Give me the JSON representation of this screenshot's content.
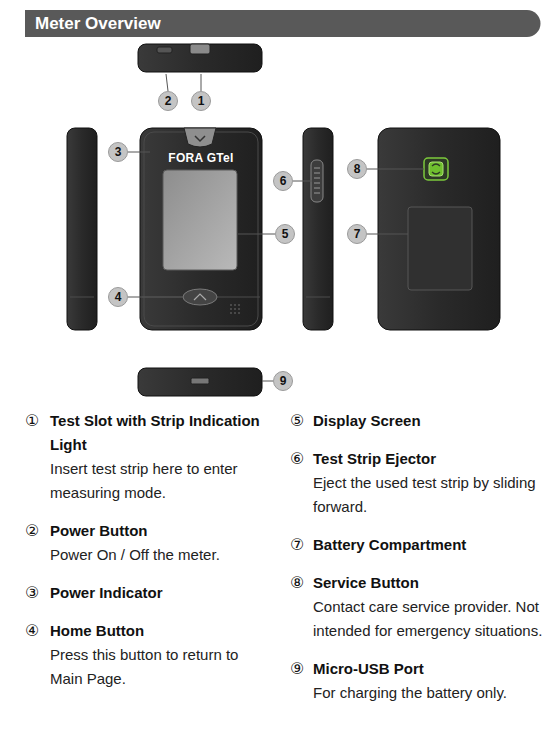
{
  "diagram": {
    "title": "Meter Overview",
    "labels": [
      "2",
      "1",
      "3",
      "6",
      "8",
      "5",
      "7",
      "4",
      "9",
      "FORA GTel",
      "①",
      "Test Slot with Strip Indication Light",
      "Insert test strip here to enter measuring mode.",
      "②",
      "Power Button",
      "Power On / Off the meter.",
      "③",
      "Power Indicator",
      "④",
      "Home Button",
      "Press this button to return to Main Page.",
      "⑤",
      "Display Screen",
      "⑥",
      "Test Strip Ejector",
      "Eject the used test strip by sliding forward.",
      "⑦",
      "Battery Compartment",
      "⑧",
      "Service Button",
      "Contact care service provider. Not intended for emergency situations.",
      "⑨",
      "Micro-USB Port",
      "For charging the battery only."
    ]
  }
}
